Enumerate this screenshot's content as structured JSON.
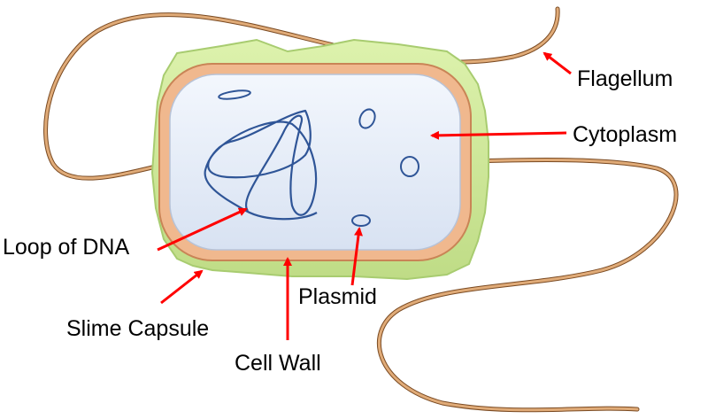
{
  "labels": {
    "flagellum": "Flagellum",
    "cytoplasm": "Cytoplasm",
    "loop_of_dna": "Loop of DNA",
    "plasmid": "Plasmid",
    "slime_capsule": "Slime Capsule",
    "cell_wall": "Cell Wall"
  },
  "colors": {
    "slime_capsule": "#d4ec9c",
    "cell_wall": "#e8a877",
    "cytoplasm": "#e4ecf8",
    "dna": "#2f5597",
    "flagellum": "#d9a06a",
    "arrow": "#ff0000"
  }
}
